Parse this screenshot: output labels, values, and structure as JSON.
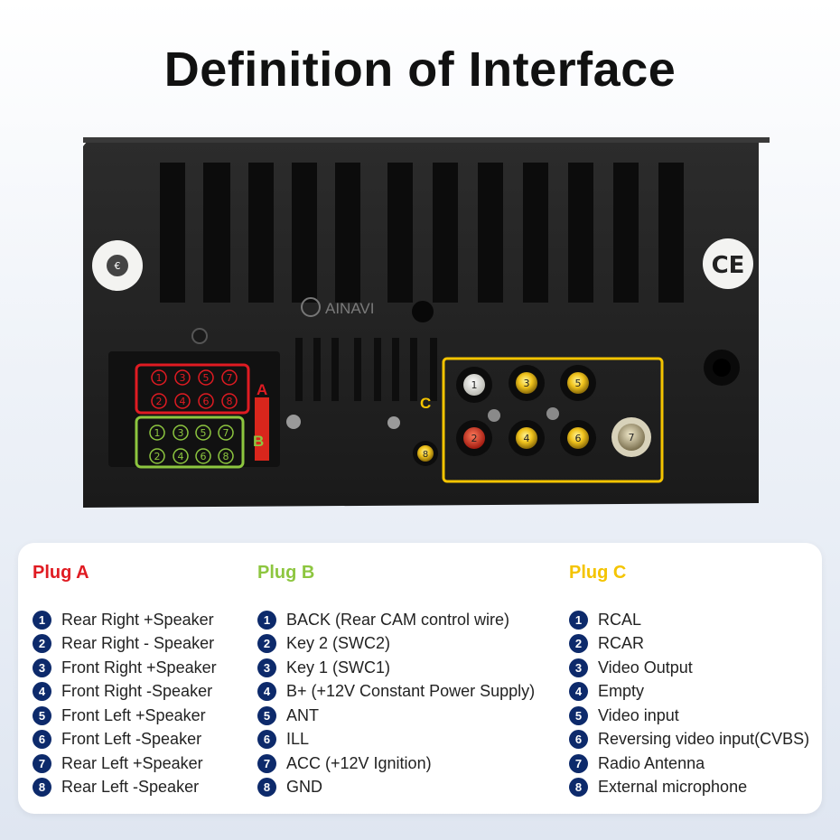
{
  "title": "Definition of Interface",
  "device": {
    "brand": "AINAVI",
    "plug_letter_a": "A",
    "plug_letter_b": "B",
    "plug_letter_c": "C",
    "plug_a_pins": [
      "1",
      "2",
      "3",
      "4",
      "5",
      "6",
      "7",
      "8"
    ],
    "plug_b_pins": [
      "1",
      "2",
      "3",
      "4",
      "5",
      "6",
      "7",
      "8"
    ],
    "plug_c_jacks": [
      "1",
      "2",
      "3",
      "4",
      "5",
      "6",
      "7",
      "8"
    ],
    "colors": {
      "plug_a": "#e01b22",
      "plug_b": "#8dc63f",
      "plug_c": "#f4c400",
      "number_badge": "#0d2a6b"
    },
    "icons": [
      "ce-mark-icon",
      "certification-sticker-icon",
      "ainavi-logo-icon"
    ]
  },
  "plugs": {
    "a": {
      "title": "Plug A",
      "items": [
        {
          "num": "1",
          "label": "Rear Right +Speaker"
        },
        {
          "num": "2",
          "label": "Rear Right - Speaker"
        },
        {
          "num": "3",
          "label": "Front Right +Speaker"
        },
        {
          "num": "4",
          "label": "Front Right -Speaker"
        },
        {
          "num": "5",
          "label": "Front Left +Speaker"
        },
        {
          "num": "6",
          "label": "Front Left -Speaker"
        },
        {
          "num": "7",
          "label": "Rear Left +Speaker"
        },
        {
          "num": "8",
          "label": "Rear Left -Speaker"
        }
      ]
    },
    "b": {
      "title": "Plug B",
      "items": [
        {
          "num": "1",
          "label": "BACK (Rear CAM control wire)"
        },
        {
          "num": "2",
          "label": "Key 2 (SWC2)"
        },
        {
          "num": "3",
          "label": "Key 1 (SWC1)"
        },
        {
          "num": "4",
          "label": "B+ (+12V Constant Power Supply)"
        },
        {
          "num": "5",
          "label": "ANT"
        },
        {
          "num": "6",
          "label": "ILL"
        },
        {
          "num": "7",
          "label": "ACC (+12V Ignition)"
        },
        {
          "num": "8",
          "label": "GND"
        }
      ]
    },
    "c": {
      "title": "Plug C",
      "items": [
        {
          "num": "1",
          "label": "RCAL"
        },
        {
          "num": "2",
          "label": "RCAR"
        },
        {
          "num": "3",
          "label": "Video Output"
        },
        {
          "num": "4",
          "label": "Empty"
        },
        {
          "num": "5",
          "label": "Video input"
        },
        {
          "num": "6",
          "label": "Reversing video input(CVBS)"
        },
        {
          "num": "7",
          "label": "Radio Antenna"
        },
        {
          "num": "8",
          "label": "External microphone"
        }
      ]
    }
  }
}
